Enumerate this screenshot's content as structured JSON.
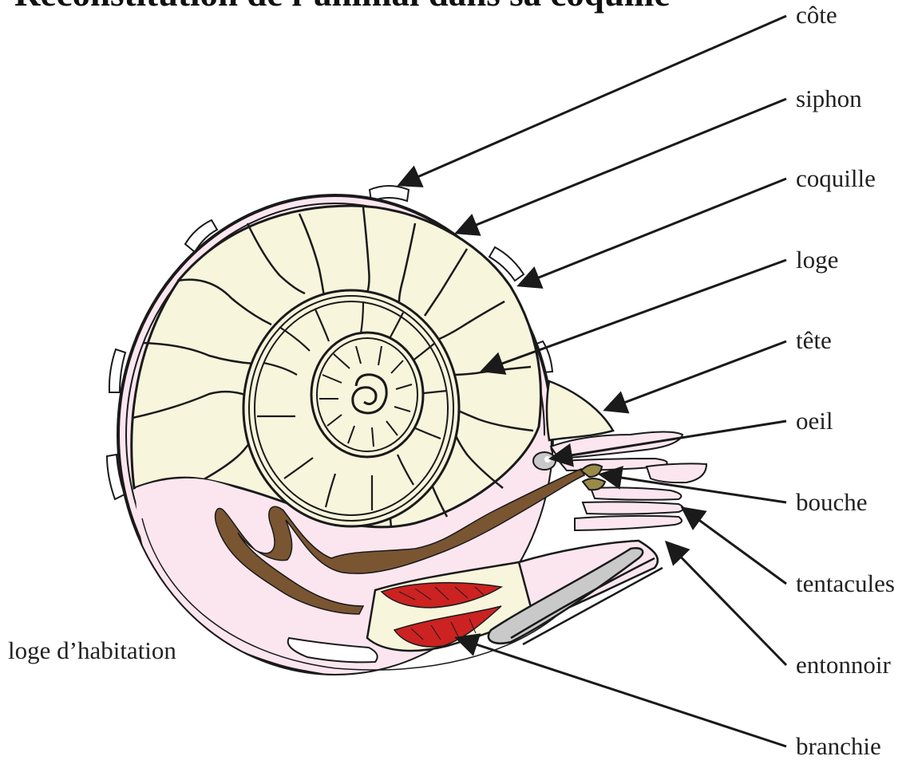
{
  "title": "Reconstitution de l’animal dans sa coquille",
  "labels": {
    "cote": "côte",
    "siphon": "siphon",
    "coquille": "coquille",
    "loge": "loge",
    "tete": "tête",
    "oeil": "oeil",
    "bouche": "bouche",
    "tentacules": "tentacules",
    "entonnoir": "entonnoir",
    "branchie": "branchie",
    "loge_habitation": "loge d’habitation"
  },
  "colors": {
    "outline": "#1a1a1a",
    "shell_cream": "#f7f5dc",
    "body_pink": "#fbe6ef",
    "gut_brown": "#7a5532",
    "gill_red": "#cc2222",
    "grey": "#c9c9c9",
    "mouth_olive": "#9a8a4a"
  }
}
